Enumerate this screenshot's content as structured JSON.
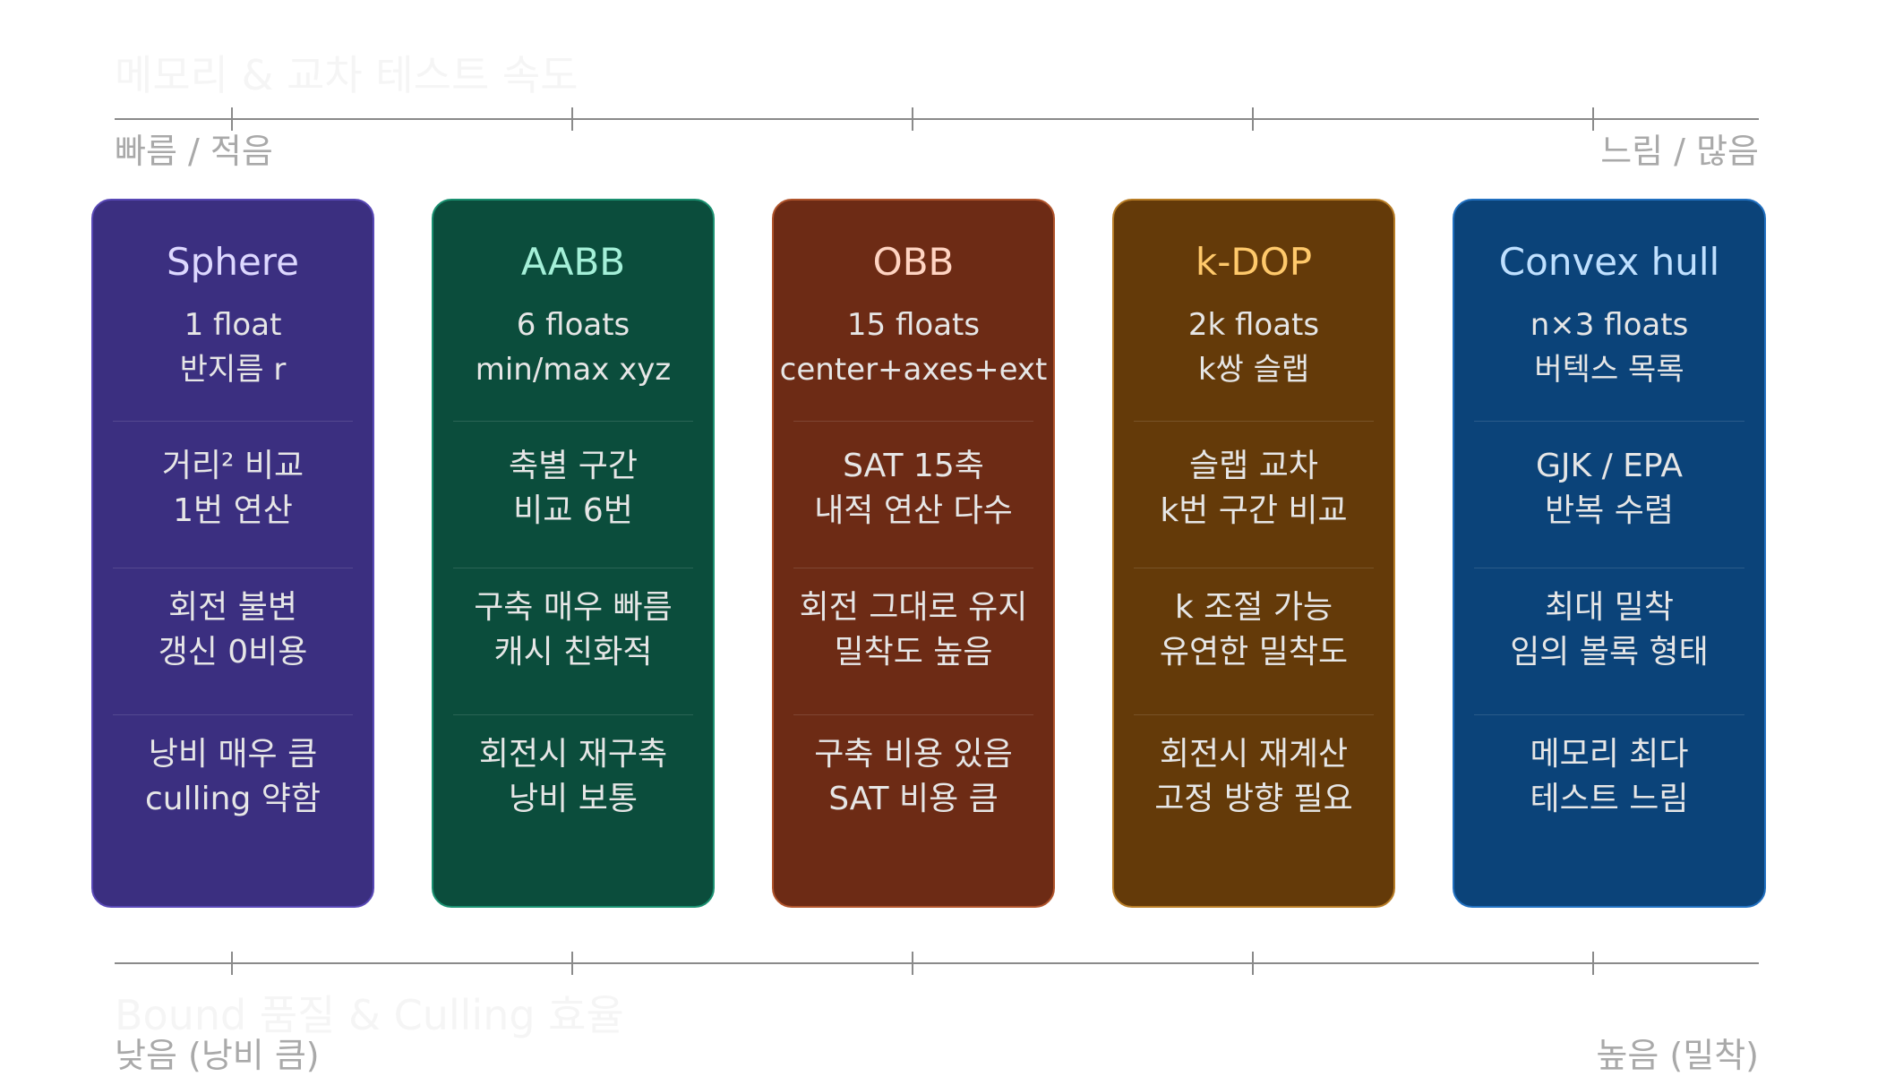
{
  "top_axis": {
    "title": "메모리 & 교차 테스트 속도",
    "left_label": "빠름 / 적음",
    "right_label": "느림 / 많음"
  },
  "bottom_axis": {
    "title": "Bound 품질 & Culling 효율",
    "left_label": "낮음 (낭비 큼)",
    "right_label": "높음 (밀착)"
  },
  "cards": [
    {
      "name": "Sphere",
      "colors": {
        "bg": "#3b2f80",
        "border": "#5848b5",
        "title": "#ddd8ff"
      },
      "subtitle": [
        "1 float",
        "반지름 r"
      ],
      "blocks": [
        [
          "거리² 비교",
          "1번 연산"
        ],
        [
          "회전 불변",
          "갱신 0비용"
        ],
        [
          "낭비 매우 큼",
          "culling 약함"
        ]
      ]
    },
    {
      "name": "AABB",
      "colors": {
        "bg": "#0b4d3c",
        "border": "#1a9070",
        "title": "#a4f0d8"
      },
      "subtitle": [
        "6 floats",
        "min/max xyz"
      ],
      "blocks": [
        [
          "축별 구간",
          "비교 6번"
        ],
        [
          "구축 매우 빠름",
          "캐시 친화적"
        ],
        [
          "회전시 재구축",
          "낭비 보통"
        ]
      ]
    },
    {
      "name": "OBB",
      "colors": {
        "bg": "#6d2b15",
        "border": "#b0542c",
        "title": "#ffd4c2"
      },
      "subtitle": [
        "15 floats",
        "center+axes+ext"
      ],
      "blocks": [
        [
          "SAT 15축",
          "내적 연산 다수"
        ],
        [
          "회전 그대로 유지",
          "밀착도 높음"
        ],
        [
          "구축 비용 있음",
          "SAT 비용 큼"
        ]
      ]
    },
    {
      "name": "k-DOP",
      "colors": {
        "bg": "#643a09",
        "border": "#b87d26",
        "title": "#ffc96b"
      },
      "subtitle": [
        "2k floats",
        "k쌍 슬랩"
      ],
      "blocks": [
        [
          "슬랩 교차",
          "k번 구간 비교"
        ],
        [
          "k 조절 가능",
          "유연한 밀착도"
        ],
        [
          "회전시 재계산",
          "고정 방향 필요"
        ]
      ]
    },
    {
      "name": "Convex hull",
      "colors": {
        "bg": "#0b4379",
        "border": "#2170c0",
        "title": "#bfe0ff"
      },
      "subtitle": [
        "n×3 floats",
        "버텍스 목록"
      ],
      "blocks": [
        [
          "GJK / EPA",
          "반복 수렴"
        ],
        [
          "최대 밀착",
          "임의 볼록 형태"
        ],
        [
          "메모리 최다",
          "테스트 느림"
        ]
      ]
    }
  ]
}
